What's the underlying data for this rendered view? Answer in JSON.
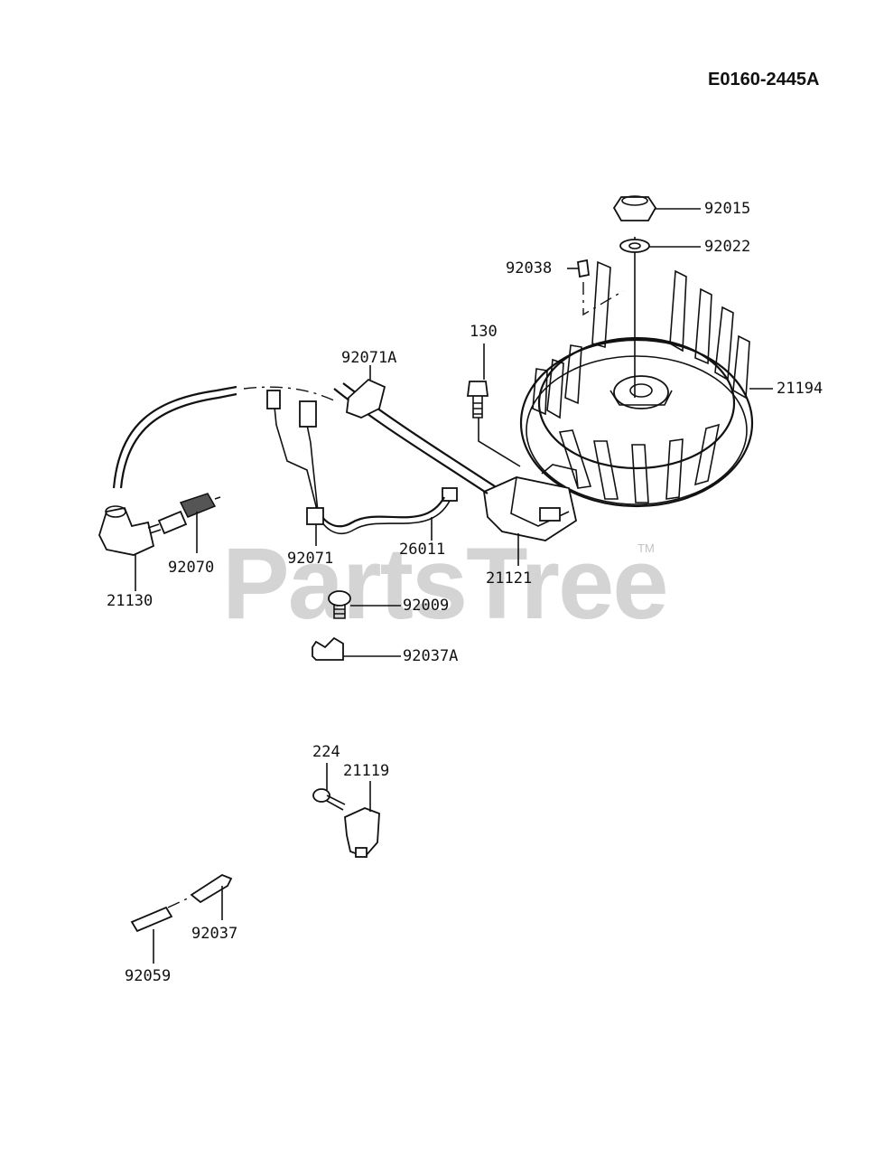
{
  "diagram_code": "E0160-2445A",
  "watermark": {
    "text": "PartsTree",
    "trademark": "TM"
  },
  "callouts": {
    "p92015": "92015",
    "p92022": "92022",
    "p92038": "92038",
    "p130": "130",
    "p92071A": "92071A",
    "p21194": "21194",
    "p92070": "92070",
    "p21130": "21130",
    "p92071": "92071",
    "p26011": "26011",
    "p21121": "21121",
    "p92009": "92009",
    "p92037A": "92037A",
    "p224": "224",
    "p21119": "21119",
    "p92037": "92037",
    "p92059": "92059"
  }
}
